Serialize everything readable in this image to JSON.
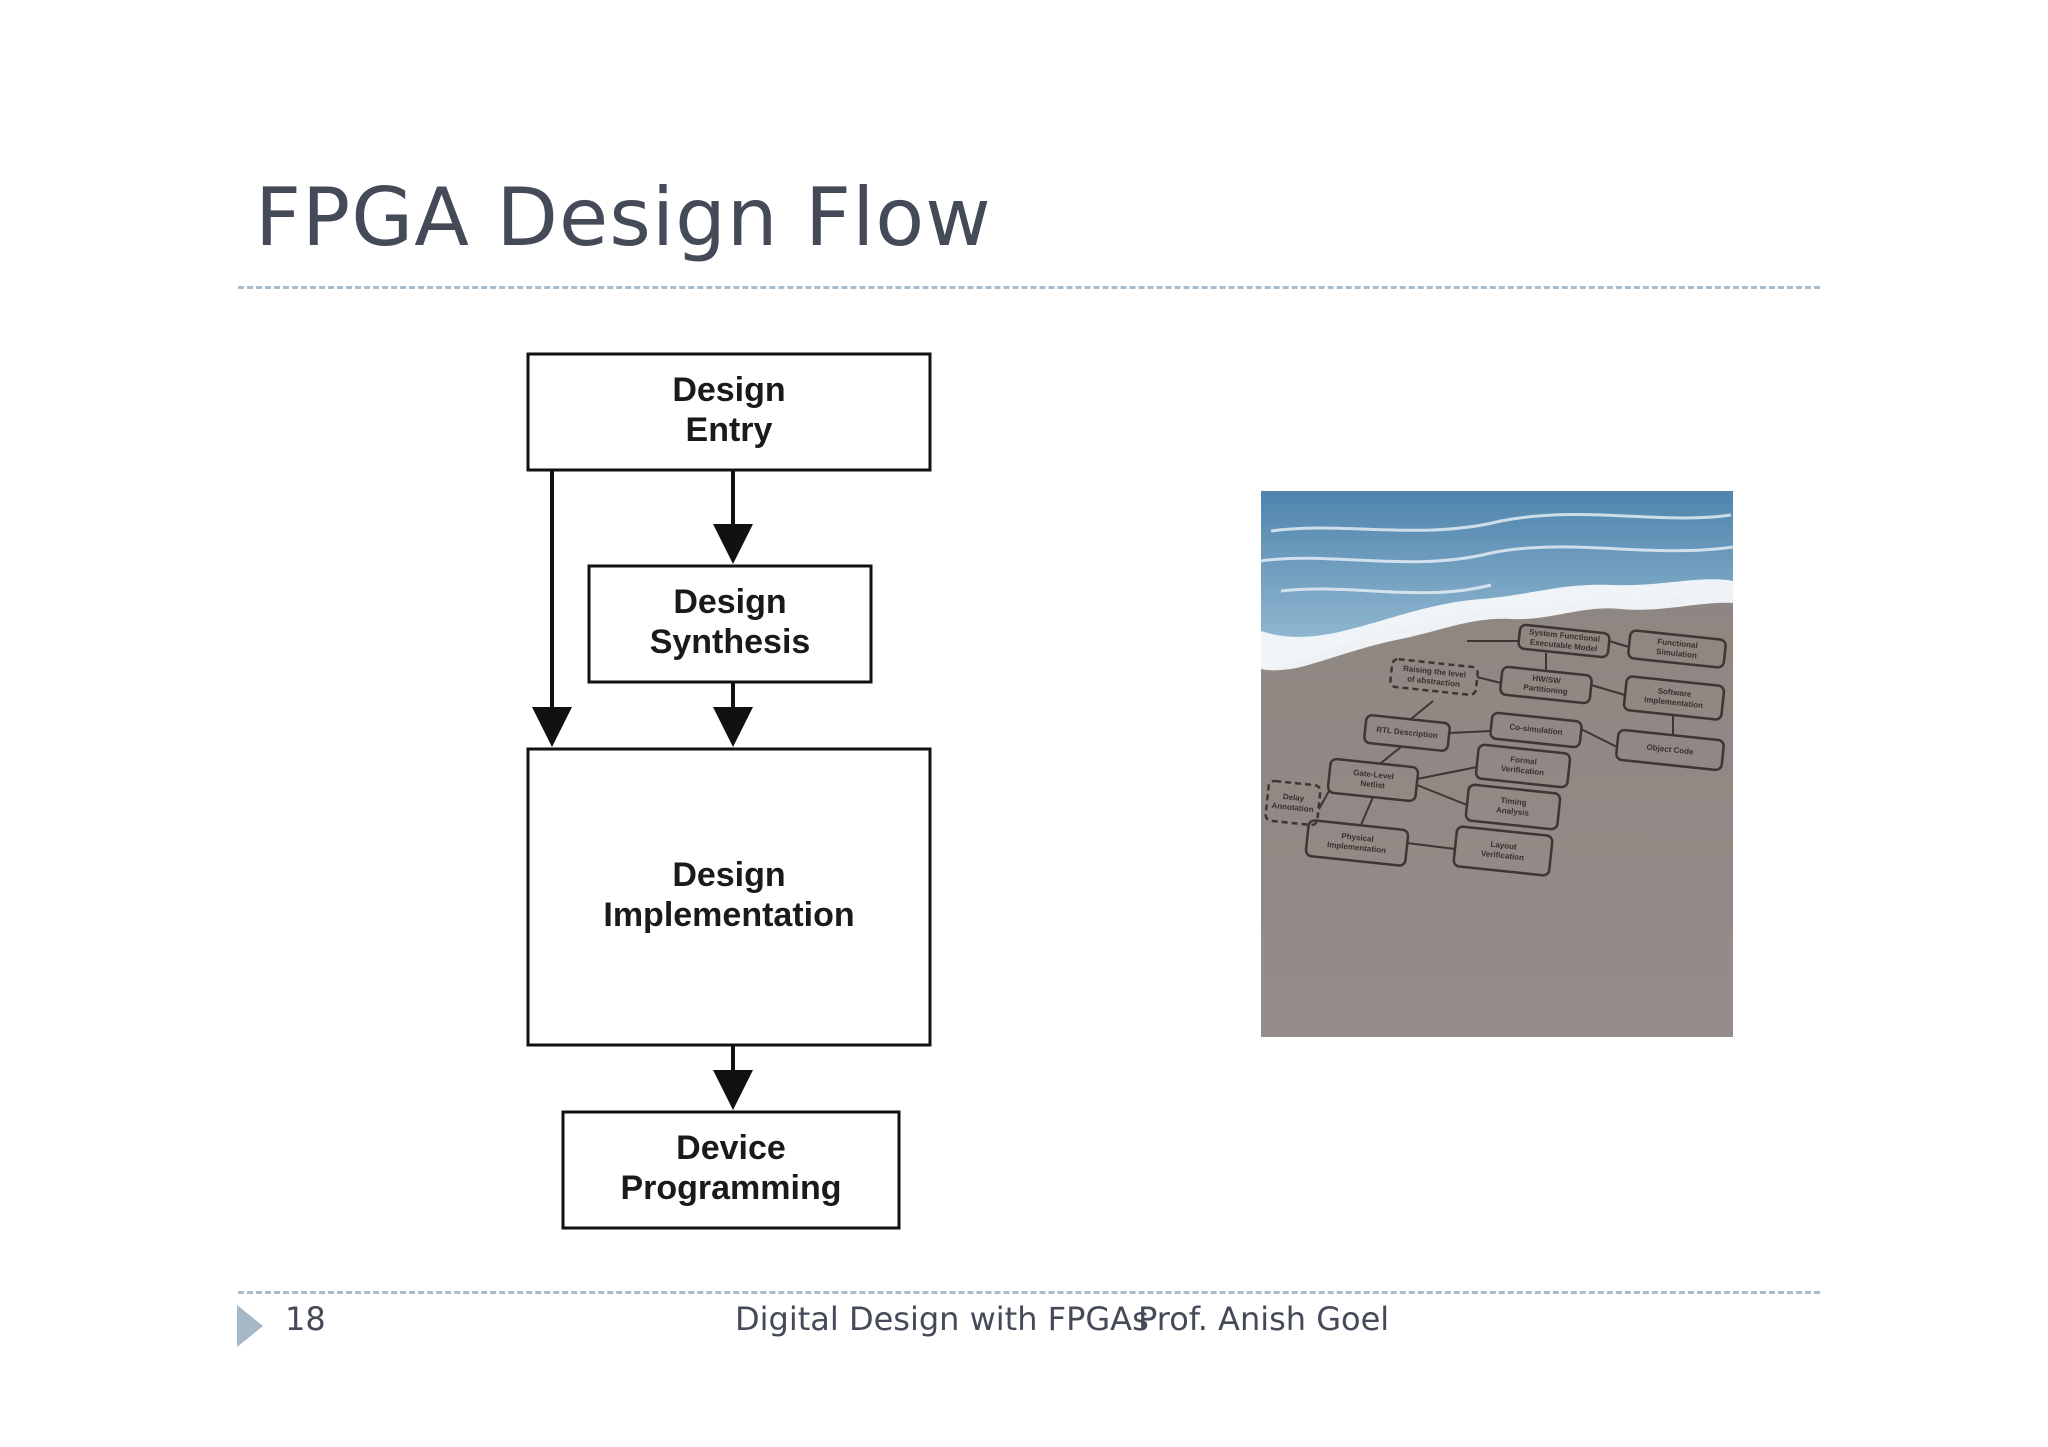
{
  "title": "FPGA Design Flow",
  "flow": {
    "nodes": [
      {
        "id": "design-entry",
        "lines": [
          "Design",
          "Entry"
        ]
      },
      {
        "id": "design-synthesis",
        "lines": [
          "Design",
          "Synthesis"
        ]
      },
      {
        "id": "design-implementation",
        "lines": [
          "Design",
          "Implementation"
        ]
      },
      {
        "id": "device-programming",
        "lines": [
          "Device",
          "Programming"
        ]
      }
    ],
    "edges": [
      {
        "from": "design-entry",
        "to": "design-synthesis"
      },
      {
        "from": "design-synthesis",
        "to": "design-implementation"
      },
      {
        "from": "design-entry",
        "to": "design-implementation"
      },
      {
        "from": "design-implementation",
        "to": "device-programming"
      }
    ]
  },
  "beach_photo": {
    "description_icon": "sand-flowchart-photo",
    "nodes": [
      {
        "id": "system-functional",
        "lines": [
          "System Functional",
          "Executable Model"
        ]
      },
      {
        "id": "functional-simulation",
        "lines": [
          "Functional",
          "Simulation"
        ]
      },
      {
        "id": "raising-abstraction",
        "lines": [
          "Raising the level",
          "of abstraction"
        ]
      },
      {
        "id": "hw-sw-partitioning",
        "lines": [
          "HW/SW",
          "Partitioning"
        ]
      },
      {
        "id": "software-implementation",
        "lines": [
          "Software",
          "Implementation"
        ]
      },
      {
        "id": "rtl-description",
        "lines": [
          "RTL Description"
        ]
      },
      {
        "id": "co-simulation",
        "lines": [
          "Co-simulation"
        ]
      },
      {
        "id": "object-code",
        "lines": [
          "Object Code"
        ]
      },
      {
        "id": "formal-verification",
        "lines": [
          "Formal",
          "Verification"
        ]
      },
      {
        "id": "gate-level-netlist",
        "lines": [
          "Gate-Level",
          "Netlist"
        ]
      },
      {
        "id": "delay-annotation",
        "lines": [
          "Delay",
          "Annotation"
        ]
      },
      {
        "id": "timing-analysis",
        "lines": [
          "Timing",
          "Analysis"
        ]
      },
      {
        "id": "physical-implementation",
        "lines": [
          "Physical",
          "Implementation"
        ]
      },
      {
        "id": "layout-verification",
        "lines": [
          "Layout",
          "Verification"
        ]
      }
    ]
  },
  "footer": {
    "page_number": "18",
    "course": "Digital Design with FPGAs",
    "author": "Prof. Anish Goel"
  },
  "colors": {
    "title": "#444a58",
    "rule": "#a9bccb",
    "footer_arrow": "#a6b7c8",
    "sea": "#6f9fc0",
    "sand": "#8f8784"
  }
}
